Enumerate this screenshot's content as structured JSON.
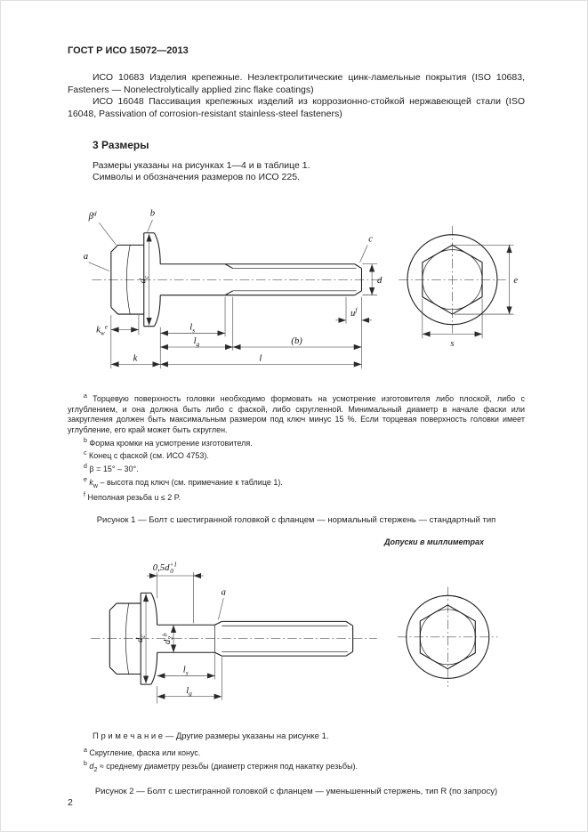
{
  "header": {
    "title": "ГОСТ Р ИСО 15072—2013"
  },
  "intro": [
    "ИСО 10683 Изделия крепежные. Неэлектролитические цинк-ламельные покрытия (ISO 10683, Fasteners — Nonelectrolytically applied zinc flake coatings)",
    "ИСО 16048 Пассивация крепежных изделий из коррозионно-стойкой нержавеющей стали (ISO 16048, Passivation of corrosion-resistant stainless-steel fasteners)"
  ],
  "section": {
    "title": "3 Размеры",
    "paragraphs": [
      "Размеры указаны на рисунках 1—4 и в таблице 1.",
      "Символы и обозначения размеров по ИСО 225."
    ]
  },
  "fig1": {
    "labels": {
      "beta": "β",
      "beta_sup": "d",
      "a": "a",
      "b": "b",
      "c": "c",
      "d": "d",
      "dc_main": "d",
      "dc_sub": "c",
      "kw_main": "k",
      "kw_sub": "w",
      "kw_sup": "e",
      "u_main": "u",
      "u_sup": "f",
      "ls_main": "l",
      "ls_sub": "s",
      "lg_main": "l",
      "lg_sub": "g",
      "b_paren": "(b)",
      "k": "k",
      "l": "l",
      "e": "e",
      "s": "s"
    },
    "footnotes": [
      {
        "marker": "a",
        "text": "Торцевую поверхность головки необходимо формовать на усмотрение изготовителя либо плоской, либо с углублением, и она должна быть либо с фаской, либо скругленной. Минимальный диаметр в начале фаски или закругления должен быть максимальным размером под ключ минус 15 %. Если торцевая поверхность головки имеет углубление, его край может быть скруглен."
      },
      {
        "marker": "b",
        "text": "Форма кромки на усмотрение изготовителя."
      },
      {
        "marker": "c",
        "text": "Конец с фаской (см. ИСО 4753)."
      },
      {
        "marker": "d",
        "text": "β = 15° – 30°."
      },
      {
        "marker": "e",
        "var": "k",
        "var_sub": "w",
        "rest": " – высота под ключ (см. примечание к таблице 1)."
      },
      {
        "marker": "f",
        "text": "Неполная резьба u ≤ 2 P."
      }
    ],
    "caption": "Рисунок 1 — Болт с шестигранной головкой с фланцем — нормальный стержень — стандартный тип"
  },
  "tolerance_note": "Допуски в миллиметрах",
  "fig2": {
    "labels": {
      "dim05d": "0,5d",
      "tol_sup": "+1",
      "tol_sub": "0",
      "a": "a",
      "dc_main": "d",
      "dc_sub": "c",
      "d2_main": "d",
      "d2_sub": "2",
      "d2_sup": "b",
      "ls_main": "l",
      "ls_sub": "s",
      "lg_main": "l",
      "lg_sub": "g"
    },
    "note": "П р и м е ч а н и е — Другие размеры указаны на рисунке 1.",
    "footnotes": [
      {
        "marker": "a",
        "text": "Скругление, фаска или конус."
      },
      {
        "marker": "b",
        "var": "d",
        "var_sub": "2",
        "rest": " ≈ среднему диаметру резьбы (диаметр стержня под накатку резьбы)."
      }
    ],
    "caption": "Рисунок 2 — Болт с шестигранной головкой с фланцем — уменьшенный стержень, тип R (по запросу)"
  },
  "page_number": "2"
}
